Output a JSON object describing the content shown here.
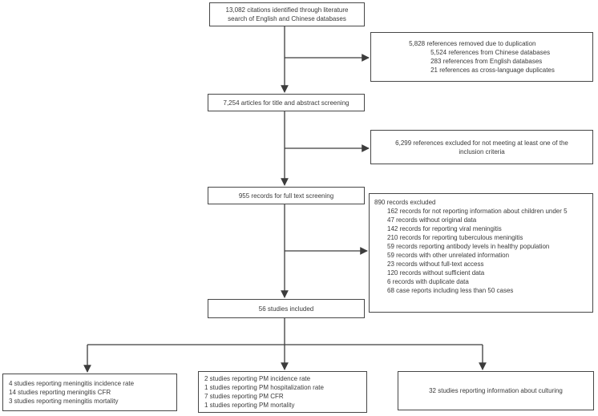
{
  "figure": {
    "type": "prisma-flow-diagram",
    "flow": {
      "identified": {
        "line1": "13,082 citations identified through literature",
        "line2": "search of English and Chinese databases"
      },
      "duplicates_removed": {
        "header": "5,828 references removed due to duplication",
        "items": [
          "5,524 references from Chinese databases",
          "283 references from English databases",
          "21 references as cross-language duplicates"
        ]
      },
      "title_abstract_screening": {
        "label": "7,254 articles for title and abstract screening"
      },
      "excluded_inclusion": {
        "line1": "6,299 references excluded for not meeting at least one of the",
        "line2": "inclusion criteria"
      },
      "full_text_screening": {
        "label": "955 records for full text screening"
      },
      "records_excluded": {
        "header": "890 records excluded",
        "items": [
          "162 records for not reporting information about children under 5",
          "47 records without original data",
          "142 records for reporting viral meningitis",
          "210 records for reporting tuberculous meningitis",
          "59 records reporting antibody levels in healthy population",
          "59 records with other unrelated information",
          "23 records without full-text access",
          "120 records without sufficient data",
          "6 records with duplicate data",
          "68 case reports including less than 50 cases"
        ]
      },
      "studies_included": {
        "label": "56 studies included"
      },
      "meningitis_outcomes": {
        "items": [
          "4 studies reporting meningitis incidence rate",
          "14 studies reporting meningitis CFR",
          "3 studies reporting meningitis mortality"
        ]
      },
      "pm_outcomes": {
        "items": [
          "2 studies reporting PM incidence rate",
          "1 studies reporting PM hospitalization rate",
          "7 studies reporting PM CFR",
          "1 studies reporting PM mortality"
        ]
      },
      "culturing": {
        "label": "32 studies reporting information about culturing"
      }
    },
    "colors": {
      "border": "#474747",
      "line": "#3c3c3c",
      "text": "#3a3a3a",
      "background": "#ffffff"
    }
  }
}
